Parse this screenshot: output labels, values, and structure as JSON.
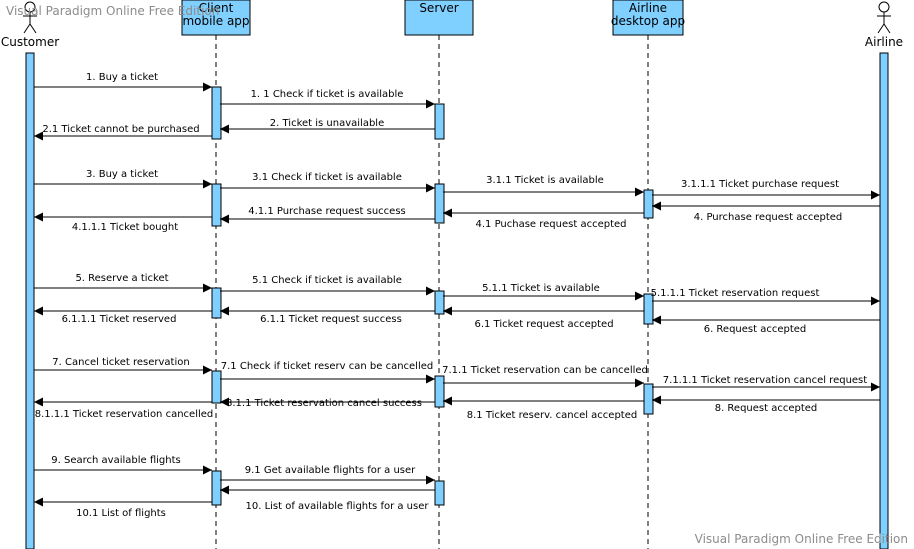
{
  "watermark": "Visual Paradigm Online Free Edition",
  "colors": {
    "box": "#7fcfff",
    "activation": "#7fcfff",
    "line": "#000000",
    "stroke": "#000000"
  },
  "participants": [
    {
      "id": "customer",
      "label": "Customer",
      "kind": "actor",
      "icon": "stick-figure-icon"
    },
    {
      "id": "client",
      "label": "Client\nmobile app",
      "kind": "box"
    },
    {
      "id": "server",
      "label": "Server",
      "kind": "box"
    },
    {
      "id": "airline-desktop",
      "label": "Airline\ndesktop app",
      "kind": "box"
    },
    {
      "id": "airline",
      "label": "Airline",
      "kind": "actor",
      "icon": "stick-figure-icon"
    }
  ],
  "messages": [
    {
      "from": "customer",
      "to": "client",
      "label": "1. Buy a ticket"
    },
    {
      "from": "client",
      "to": "server",
      "label": "1. 1 Check if ticket is available"
    },
    {
      "from": "server",
      "to": "client",
      "label": "2. Ticket is unavailable"
    },
    {
      "from": "client",
      "to": "customer",
      "label": "2.1 Ticket cannot be purchased"
    },
    {
      "from": "customer",
      "to": "client",
      "label": "3. Buy a ticket"
    },
    {
      "from": "client",
      "to": "server",
      "label": "3.1 Check if ticket is available"
    },
    {
      "from": "server",
      "to": "airline-desktop",
      "label": "3.1.1 Ticket is available"
    },
    {
      "from": "airline-desktop",
      "to": "airline",
      "label": "3.1.1.1 Ticket purchase request"
    },
    {
      "from": "airline",
      "to": "airline-desktop",
      "label": "4.  Purchase request accepted"
    },
    {
      "from": "server",
      "to": "client",
      "label": "4.1.1 Purchase request success"
    },
    {
      "from": "airline-desktop",
      "to": "server",
      "label": "4.1 Puchase request accepted"
    },
    {
      "from": "client",
      "to": "customer",
      "label": "4.1.1.1 Ticket bought"
    },
    {
      "from": "customer",
      "to": "client",
      "label": "5. Reserve a ticket"
    },
    {
      "from": "client",
      "to": "server",
      "label": "5.1 Check if ticket is available"
    },
    {
      "from": "server",
      "to": "airline-desktop",
      "label": "5.1.1 Ticket is available"
    },
    {
      "from": "airline-desktop",
      "to": "airline",
      "label": "5.1.1.1 Ticket reservation request"
    },
    {
      "from": "airline-desktop",
      "to": "server",
      "label": "6.1 Ticket request accepted"
    },
    {
      "from": "server",
      "to": "client",
      "label": "6.1.1 Ticket request success"
    },
    {
      "from": "client",
      "to": "customer",
      "label": "6.1.1.1 Ticket reserved"
    },
    {
      "from": "airline",
      "to": "airline-desktop",
      "label": "6. Request accepted"
    },
    {
      "from": "customer",
      "to": "client",
      "label": "7. Cancel ticket reservation"
    },
    {
      "from": "client",
      "to": "server",
      "label": "7.1 Check if ticket reserv can be cancelled"
    },
    {
      "from": "server",
      "to": "airline-desktop",
      "label": "7.1.1 Ticket reservation can be cancelled"
    },
    {
      "from": "airline-desktop",
      "to": "airline",
      "label": "7.1.1.1 Ticket reservation cancel request"
    },
    {
      "from": "airline",
      "to": "airline-desktop",
      "label": "8. Request accepted"
    },
    {
      "from": "server",
      "to": "client",
      "label": "8.1.1 Ticket reservation cancel success"
    },
    {
      "from": "client",
      "to": "customer",
      "label": "8.1.1.1 Ticket reservation cancelled"
    },
    {
      "from": "airline-desktop",
      "to": "server",
      "label": "8.1 Ticket reserv. cancel accepted"
    },
    {
      "from": "customer",
      "to": "client",
      "label": "9. Search available flights"
    },
    {
      "from": "client",
      "to": "server",
      "label": "9.1 Get available flights for a user"
    },
    {
      "from": "server",
      "to": "client",
      "label": "10. List of available flights for a user"
    },
    {
      "from": "client",
      "to": "customer",
      "label": "10.1 List of flights"
    }
  ]
}
